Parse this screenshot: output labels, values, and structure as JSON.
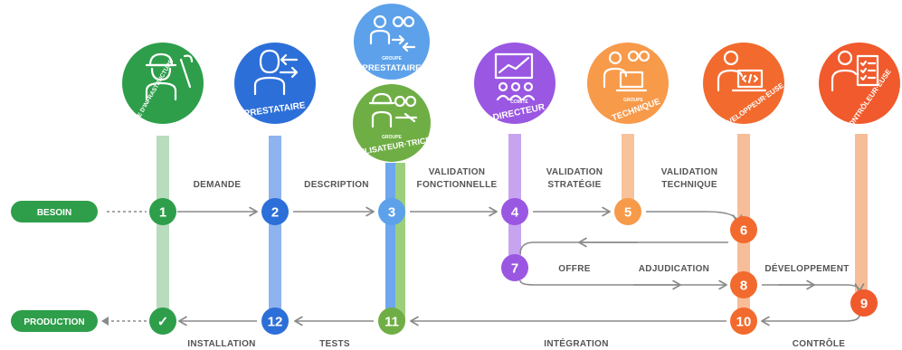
{
  "colors": {
    "green": "#2e9e4a",
    "blue": "#2d6fd8",
    "sky": "#5da1ea",
    "olive": "#6fae45",
    "purple": "#9a57e2",
    "orange_light": "#f79a4a",
    "orange": "#f26a2e",
    "orange_red": "#f05a2c",
    "line": "#8a8a8a"
  },
  "actors": {
    "gestionnaire": {
      "label": "GESTIONNAIRE D'INFRASTRUCTURE",
      "icon": "worker-wrench-icon"
    },
    "prestataire": {
      "label": "PRESTATAIRE",
      "icon": "person-exchange-icon"
    },
    "groupe_prestataire": {
      "small": "GROUPE",
      "label": "PRESTATAIRE",
      "icon": "group-exchange-icon"
    },
    "groupe_utilisateur": {
      "small": "GROUPE",
      "label": "UTILISATEUR·TRICE",
      "icon": "group-worker-icon"
    },
    "comite_directeur": {
      "small": "COMITÉ",
      "label": "DIRECTEUR",
      "icon": "board-presentation-icon"
    },
    "groupe_technique": {
      "small": "GROUPE",
      "label": "TECHNIQUE",
      "icon": "group-laptop-icon"
    },
    "developpeur": {
      "label": "DÉVELOPPEUR·EUSE",
      "icon": "developer-laptop-icon"
    },
    "controleur": {
      "label": "CONTRÔLEUR·EUSE",
      "icon": "checklist-icon"
    }
  },
  "start": "BESOIN",
  "end": "PRODUCTION",
  "steps": [
    "1",
    "2",
    "3",
    "4",
    "5",
    "6",
    "7",
    "8",
    "9",
    "10",
    "11",
    "12"
  ],
  "check": "✓",
  "labels": {
    "demande": "DEMANDE",
    "description": "DESCRIPTION",
    "validation_fonctionnelle_1": "VALIDATION",
    "validation_fonctionnelle_2": "FONCTIONNELLE",
    "validation_strategie_1": "VALIDATION",
    "validation_strategie_2": "STRATÉGIE",
    "validation_technique_1": "VALIDATION",
    "validation_technique_2": "TECHNIQUE",
    "offre": "OFFRE",
    "adjudication": "ADJUDICATION",
    "developpement": "DÉVELOPPEMENT",
    "controle": "CONTRÔLE",
    "integration": "INTÉGRATION",
    "tests": "TESTS",
    "installation": "INSTALLATION"
  }
}
